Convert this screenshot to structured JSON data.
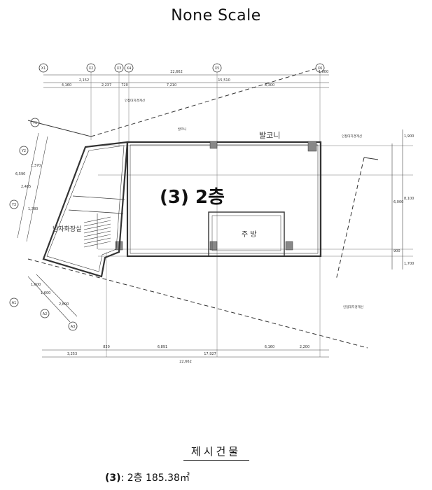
{
  "header": {
    "title": "None Scale"
  },
  "plan": {
    "floor_label": "(3) 2층",
    "rooms": {
      "balcony": "발코니",
      "kitchen": "주 방",
      "restroom": "남자화장실"
    },
    "grid_top": [
      "X1",
      "X2",
      "X3",
      "X4",
      "X5",
      "X6"
    ],
    "grid_left": [
      "Y1",
      "Y2",
      "Y3"
    ],
    "grid_bottom": [
      "A1",
      "A2",
      "A3"
    ],
    "dims_top_total": "22,662",
    "dims_top_sub": [
      "4,160",
      "2,152",
      "2,237",
      "720",
      "7,210",
      "15,510",
      "8,300",
      "1,000"
    ],
    "dims_bottom_total": "22,662",
    "dims_bottom_sub": [
      "3,253",
      "830",
      "6,891",
      "17,927",
      "6,160",
      "2,200"
    ],
    "dims_right": [
      "1,900",
      "8,100",
      "6,000",
      "900",
      "1,700"
    ],
    "dims_left": [
      "6,590",
      "1,370",
      "2,485",
      "1,380"
    ],
    "dims_left_bottom": [
      "1,600",
      "1,600",
      "2,800"
    ],
    "notes": [
      "인접대지경계선",
      "발코니",
      "인접대지경계선",
      "인접대지경계선"
    ]
  },
  "caption": {
    "title": "제시건물",
    "area_prefix": "(3)",
    "area_text": ": 2층 185.38㎡"
  }
}
